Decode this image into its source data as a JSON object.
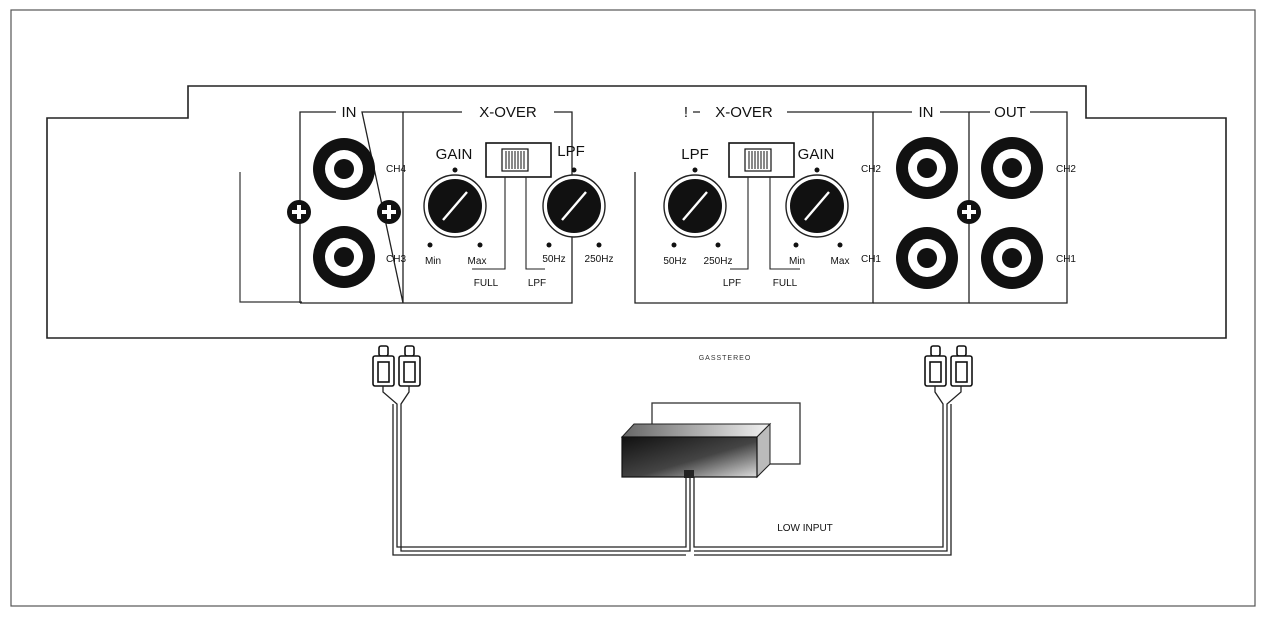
{
  "left_panel": {
    "in_label": "IN",
    "xover_label": "X-OVER",
    "gain_label": "GAIN",
    "lpf_label": "LPF",
    "ch_top": "CH4",
    "ch_bottom": "CH3",
    "gain_min": "Min",
    "gain_max": "Max",
    "lpf_min": "50Hz",
    "lpf_max": "250Hz",
    "switch_full": "FULL",
    "switch_lpf": "LPF"
  },
  "right_panel": {
    "xover_label": "X-OVER",
    "xover_prefix": "!",
    "in_label": "IN",
    "out_label": "OUT",
    "lpf_label": "LPF",
    "gain_label": "GAIN",
    "lpf_min": "50Hz",
    "lpf_max": "250Hz",
    "gain_min": "Min",
    "gain_max": "Max",
    "switch_lpf": "LPF",
    "switch_full": "FULL",
    "in_ch_top": "CH2",
    "in_ch_bottom": "CH1",
    "out_ch_top": "CH2",
    "out_ch_bottom": "CH1"
  },
  "brand": "GASSTEREO",
  "low_input_label": "LOW INPUT"
}
